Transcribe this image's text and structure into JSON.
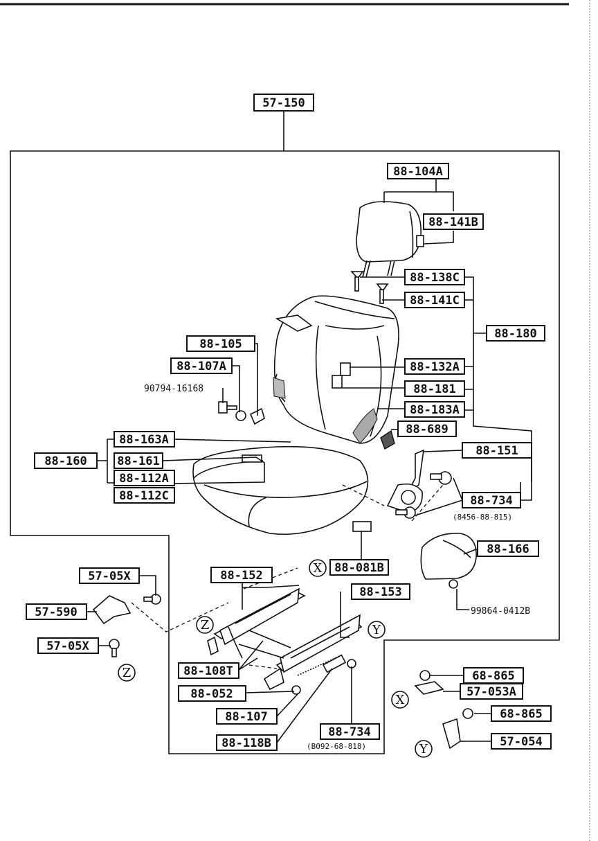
{
  "labels": {
    "l57_150": "57-150",
    "l88_104A": "88-104A",
    "l88_141B": "88-141B",
    "l88_138C": "88-138C",
    "l88_141C": "88-141C",
    "l88_180": "88-180",
    "l88_105": "88-105",
    "l88_107A": "88-107A",
    "l90794": "90794-16168",
    "l88_132A": "88-132A",
    "l88_181": "88-181",
    "l88_183A": "88-183A",
    "l88_689": "88-689",
    "l88_163A": "88-163A",
    "l88_160": "88-160",
    "l88_161": "88-161",
    "l88_112A": "88-112A",
    "l88_112C": "88-112C",
    "l88_151": "88-151",
    "l88_734a": "88-734",
    "l8456": "(8456-88-815)",
    "l88_166": "88-166",
    "l88_081B": "88-081B",
    "l99864": "99864-0412B",
    "l57_05Xa": "57-05X",
    "l57_590": "57-590",
    "l57_05Xb": "57-05X",
    "l88_152": "88-152",
    "l88_153": "88-153",
    "l88_108T": "88-108T",
    "l88_052": "88-052",
    "l88_107": "88-107",
    "l88_118B": "88-118B",
    "l88_734b": "88-734",
    "lB092": "(B092-68-818)",
    "l68_865a": "68-865",
    "l57_053A": "57-053A",
    "l68_865b": "68-865",
    "l57_054": "57-054"
  },
  "callouts": {
    "X1": "X",
    "Y1": "Y",
    "Z1": "Z",
    "Z2": "Z",
    "X2": "X",
    "Y2": "Y"
  }
}
